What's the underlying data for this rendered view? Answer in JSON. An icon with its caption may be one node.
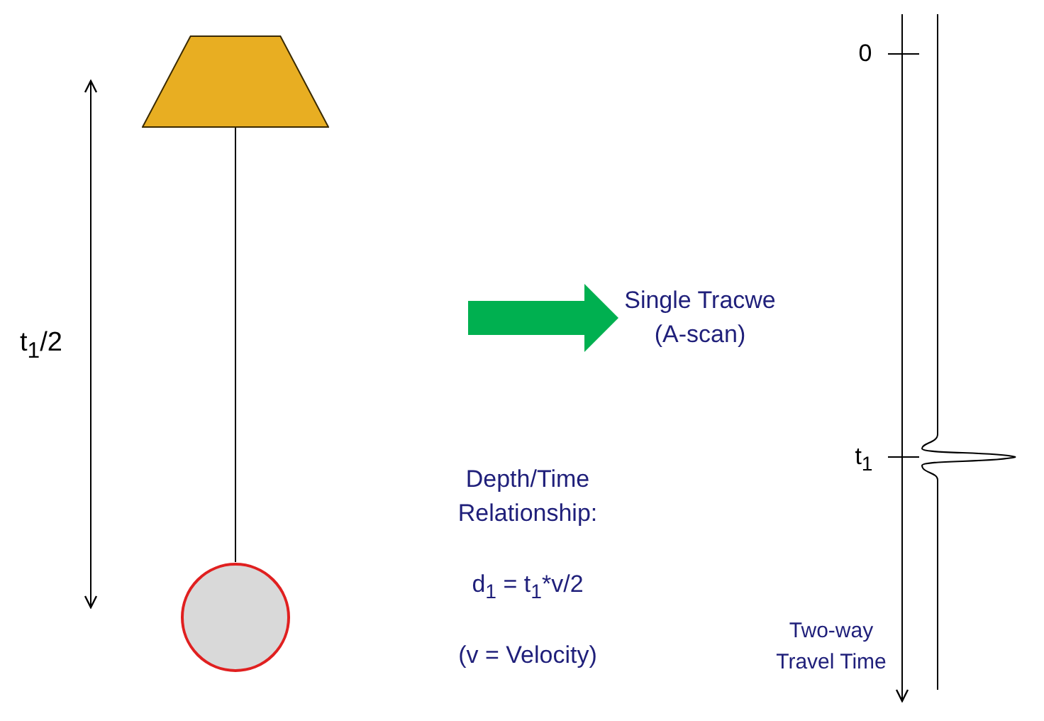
{
  "diagram": {
    "nodes": [
      {
        "text": [],
        "shape": "trapezoid"
      },
      {
        "text": [],
        "shape": "circle"
      },
      {
        "text": [
          "Single Tracwe (A-scan)"
        ]
      }
    ],
    "edges": [
      {
        "from": 0,
        "to": 1,
        "arrow": "none"
      },
      {
        "from": null,
        "to": 2,
        "arrow": "to",
        "style": "thick",
        "color": "#00b050"
      }
    ],
    "labels": [
      "t$_{1}$/2",
      "0",
      "t$_{1}$",
      "Depth/Time Relationship:",
      "d$_{1}$ = t$_{1}$*v/2",
      "(v = Velocity)",
      "Two-way Travel Time"
    ]
  }
}
